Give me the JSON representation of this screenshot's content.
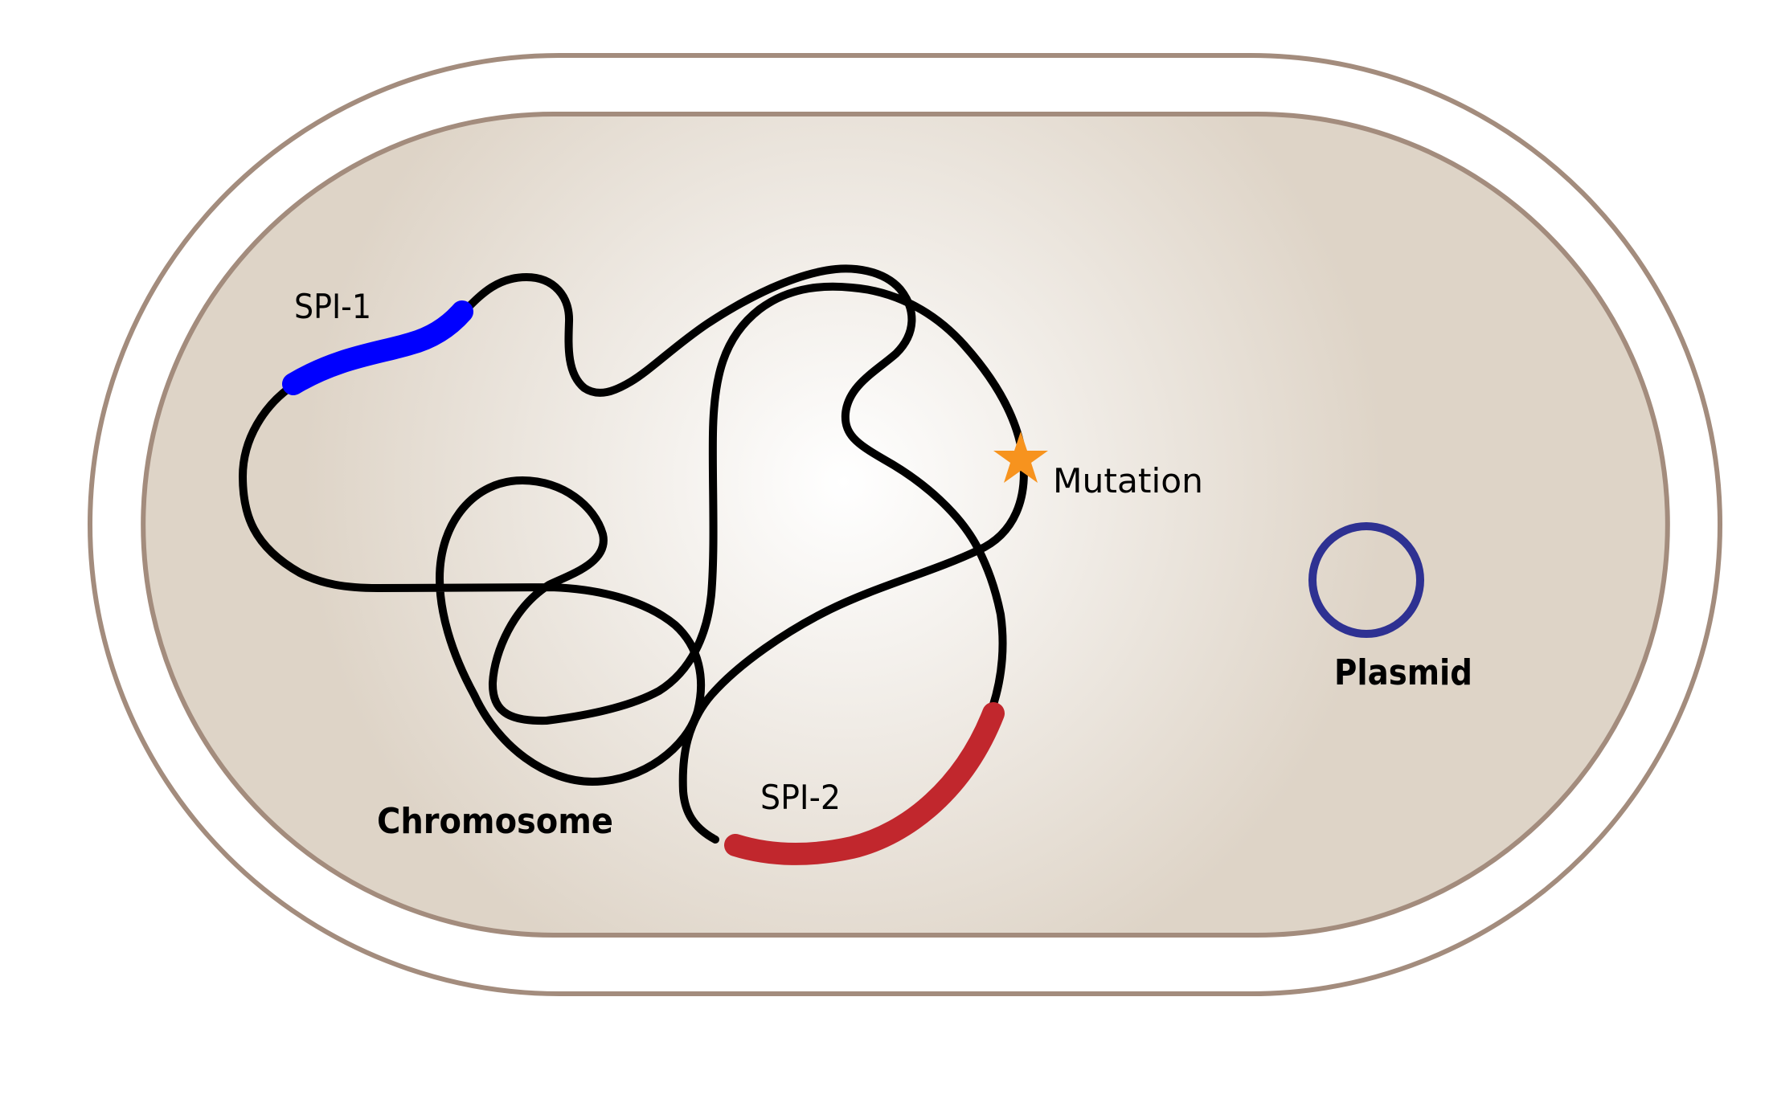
{
  "title": "Bacterial cell diagram: chromosome with pathogenicity islands and plasmid",
  "colors": {
    "background": "#ffffff",
    "membrane": "#a38c7d",
    "cytoplasm_edge": "#ded4c7",
    "cytoplasm_center": "#ffffff",
    "chromosome": "#000000",
    "spi1": "#0000ff",
    "spi2": "#c1272d",
    "mutation": "#f7931e",
    "plasmid": "#2e3192"
  },
  "labels": {
    "spi1": "SPI-1",
    "spi2": "SPI-2",
    "mutation": "Mutation",
    "chromosome": "Chromosome",
    "plasmid": "Plasmid"
  },
  "icons": {
    "mutation_marker": "star-icon"
  }
}
